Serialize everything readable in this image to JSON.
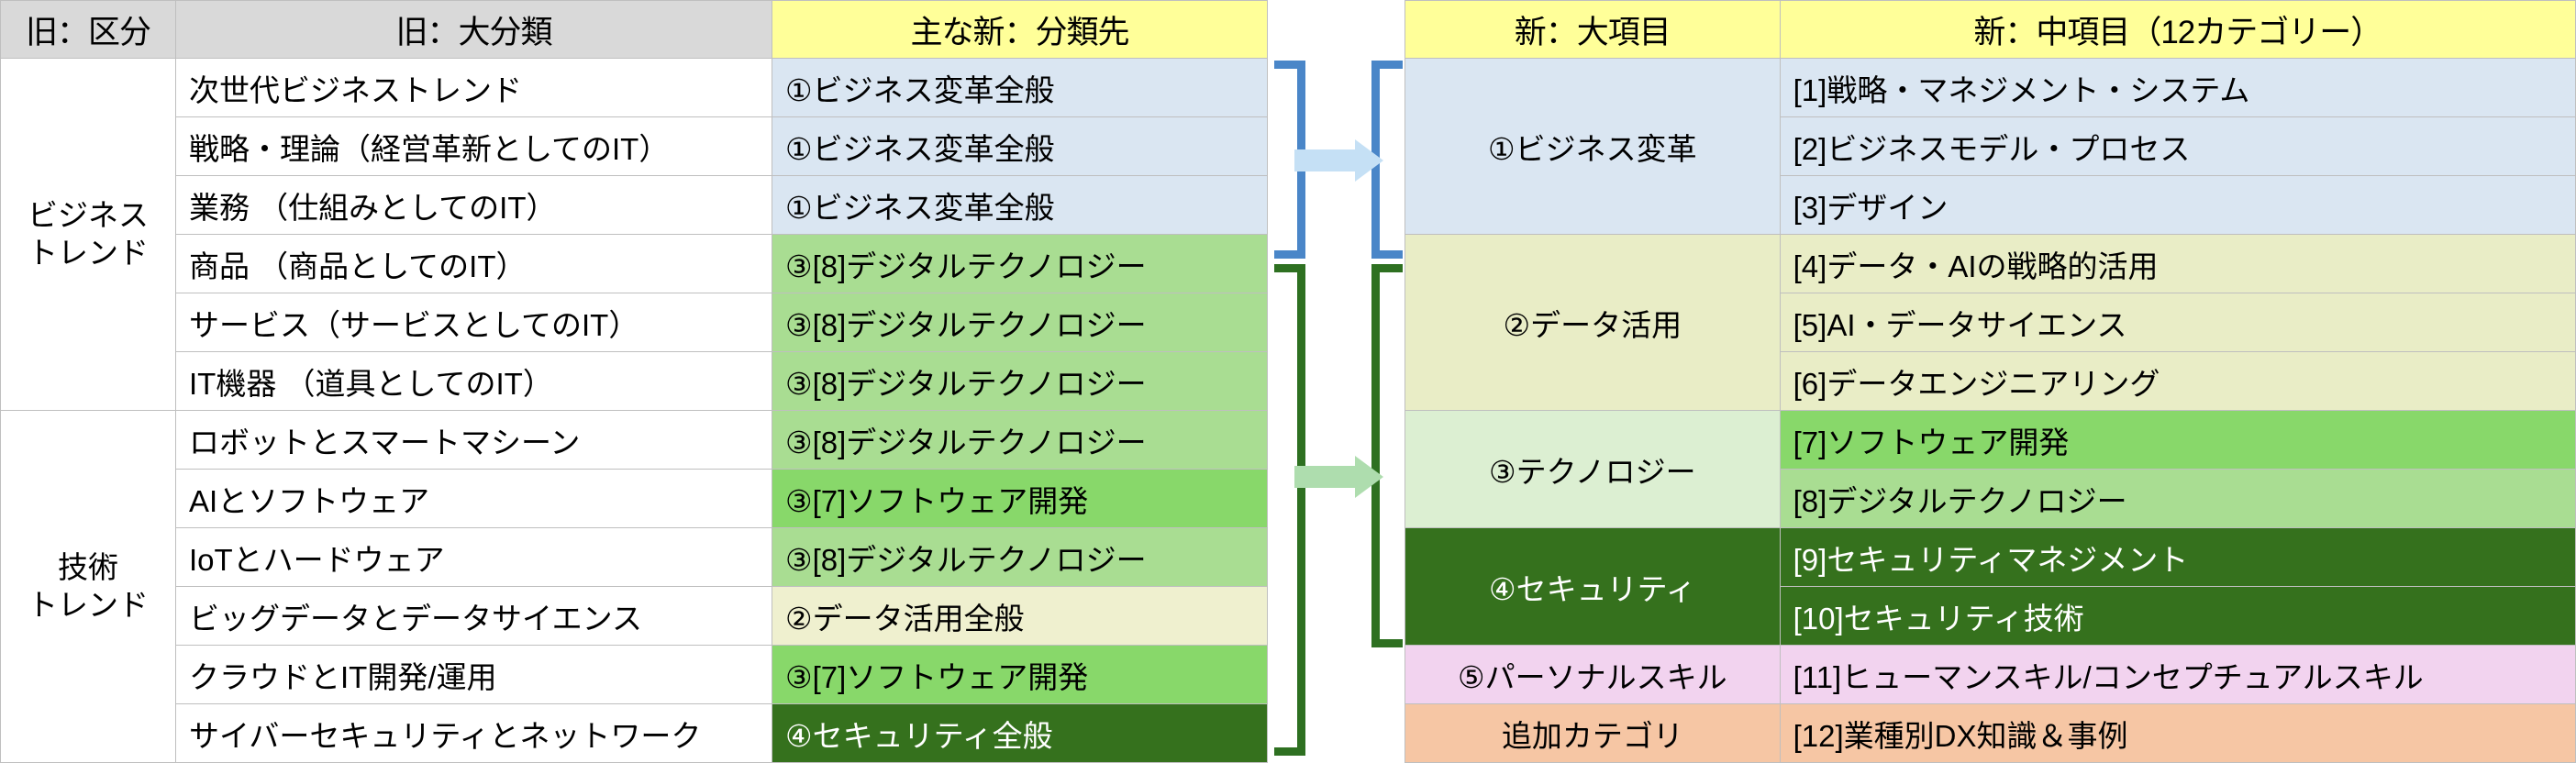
{
  "left_table": {
    "headers": {
      "kubun": "旧：区分",
      "bunrui": "旧：大分類",
      "dest": "主な新：分類先"
    },
    "groups": [
      {
        "label": "ビジネス\nトレンド",
        "rows": 6
      },
      {
        "label": "技術\nトレンド",
        "rows": 6
      }
    ],
    "group_labels": {
      "business_line1": "ビジネス",
      "business_line2": "トレンド",
      "tech_line1": "技術",
      "tech_line2": "トレンド"
    },
    "rows": [
      {
        "bunrui": "次世代ビジネストレンド",
        "dest": "①ビジネス変革全般",
        "dest_color": "c-blue"
      },
      {
        "bunrui": "戦略・理論（経営革新としてのIT）",
        "dest": "①ビジネス変革全般",
        "dest_color": "c-blue"
      },
      {
        "bunrui": "業務 （仕組みとしてのIT）",
        "dest": "①ビジネス変革全般",
        "dest_color": "c-blue"
      },
      {
        "bunrui": "商品 （商品としてのIT）",
        "dest": "③[8]デジタルテクノロジー",
        "dest_color": "c-green-lt"
      },
      {
        "bunrui": "サービス（サービスとしてのIT）",
        "dest": "③[8]デジタルテクノロジー",
        "dest_color": "c-green-lt"
      },
      {
        "bunrui": "IT機器 （道具としてのIT）",
        "dest": "③[8]デジタルテクノロジー",
        "dest_color": "c-green-lt"
      },
      {
        "bunrui": "ロボットとスマートマシーン",
        "dest": "③[8]デジタルテクノロジー",
        "dest_color": "c-green-lt"
      },
      {
        "bunrui": "AIとソフトウェア",
        "dest": "③[7]ソフトウェア開発",
        "dest_color": "c-green-md"
      },
      {
        "bunrui": "IoTとハードウェア",
        "dest": "③[8]デジタルテクノロジー",
        "dest_color": "c-green-lt"
      },
      {
        "bunrui": "ビッグデータとデータサイエンス",
        "dest": "②データ活用全般",
        "dest_color": "c-yellow-lt"
      },
      {
        "bunrui": "クラウドとIT開発/運用",
        "dest": "③[7]ソフトウェア開発",
        "dest_color": "c-green-md"
      },
      {
        "bunrui": "サイバーセキュリティとネットワーク",
        "dest": "④セキュリティ全般",
        "dest_color": "c-green-dk"
      }
    ]
  },
  "right_table": {
    "headers": {
      "daikomoku": "新：大項目",
      "chukomoku": "新：中項目（12カテゴリー）"
    },
    "major_items": [
      {
        "label": "①ビジネス変革",
        "rows": 3,
        "color": "c-blue"
      },
      {
        "label": "②データ活用",
        "rows": 3,
        "color": "c-yellow-pale"
      },
      {
        "label": "③テクノロジー",
        "rows": 2,
        "color": "c-green-pale"
      },
      {
        "label": "④セキュリティ",
        "rows": 2,
        "color": "c-green-dk"
      },
      {
        "label": "⑤パーソナルスキル",
        "rows": 1,
        "color": "c-pink"
      },
      {
        "label": "追加カテゴリ",
        "rows": 1,
        "color": "c-orange"
      }
    ],
    "middle_items": [
      {
        "label": "[1]戦略・マネジメント・システム",
        "color": "c-blue"
      },
      {
        "label": "[2]ビジネスモデル・プロセス",
        "color": "c-blue"
      },
      {
        "label": "[3]デザイン",
        "color": "c-blue"
      },
      {
        "label": "[4]データ・AIの戦略的活用",
        "color": "c-yellow-pale"
      },
      {
        "label": "[5]AI・データサイエンス",
        "color": "c-yellow-pale"
      },
      {
        "label": "[6]データエンジニアリング",
        "color": "c-yellow-pale"
      },
      {
        "label": "[7]ソフトウェア開発",
        "color": "c-green-md"
      },
      {
        "label": "[8]デジタルテクノロジー",
        "color": "c-green-lt"
      },
      {
        "label": "[9]セキュリティマネジメント",
        "color": "c-green-dk"
      },
      {
        "label": "[10]セキュリティ技術",
        "color": "c-green-dk"
      },
      {
        "label": "[11]ヒューマンスキル/コンセプチュアルスキル",
        "color": "c-pink"
      },
      {
        "label": "[12]業種別DX知識＆事例",
        "color": "c-orange"
      }
    ]
  },
  "connectors": {
    "blue": {
      "name": "business-transformation-mapping",
      "color": "#4a86c8",
      "arrow_color": "#c5e0f5"
    },
    "green": {
      "name": "technology-mapping",
      "color": "#2e7021",
      "arrow_color": "#aeddae"
    }
  },
  "colors": {
    "header_gray": "#d9d9d9",
    "header_yellow": "#ffff99",
    "blue_fill": "#dae6f2",
    "green_light": "#a9dd92",
    "green_medium": "#88d86a",
    "green_pale": "#dcefd2",
    "green_dark": "#35711d",
    "yellow_light": "#eff0cf",
    "yellow_pale": "#e9edc6",
    "pink": "#f2d3ef",
    "orange": "#f6c6a4",
    "border": "#bfbfbf"
  }
}
